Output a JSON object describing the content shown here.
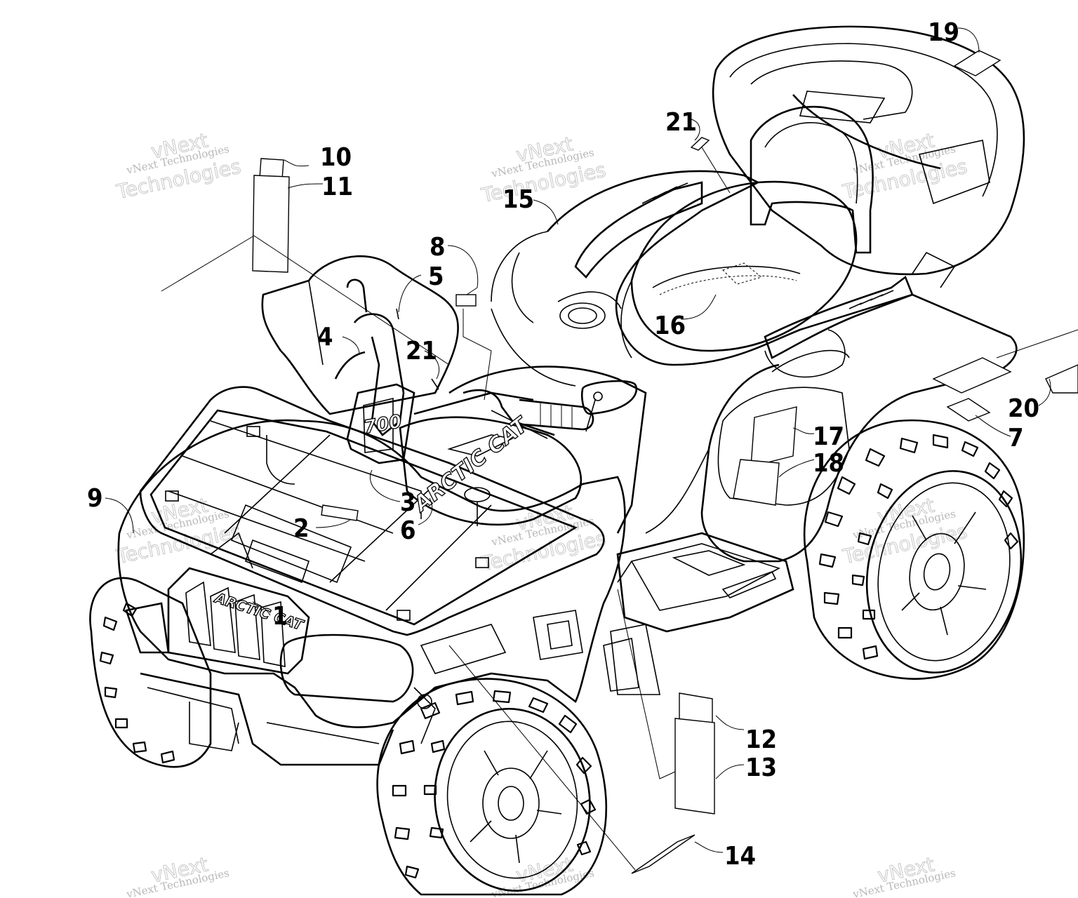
{
  "diagram": {
    "callouts": [
      {
        "id": "1",
        "label": "1"
      },
      {
        "id": "2",
        "label": "2"
      },
      {
        "id": "3",
        "label": "3"
      },
      {
        "id": "4",
        "label": "4"
      },
      {
        "id": "5",
        "label": "5"
      },
      {
        "id": "6",
        "label": "6"
      },
      {
        "id": "7",
        "label": "7"
      },
      {
        "id": "8",
        "label": "8"
      },
      {
        "id": "9",
        "label": "9"
      },
      {
        "id": "10",
        "label": "10"
      },
      {
        "id": "11",
        "label": "11"
      },
      {
        "id": "12",
        "label": "12"
      },
      {
        "id": "13",
        "label": "13"
      },
      {
        "id": "14",
        "label": "14"
      },
      {
        "id": "15",
        "label": "15"
      },
      {
        "id": "16",
        "label": "16"
      },
      {
        "id": "17",
        "label": "17"
      },
      {
        "id": "18",
        "label": "18"
      },
      {
        "id": "19",
        "label": "19"
      },
      {
        "id": "20",
        "label": "20"
      },
      {
        "id": "21a",
        "label": "21"
      },
      {
        "id": "21b",
        "label": "21"
      }
    ],
    "vehicle_lettering": {
      "fender_logo": "ARCTIC CAT",
      "grille_logo": "ARCTIC CAT",
      "display_number": "700"
    },
    "watermark": {
      "line1": "vNext Technologies",
      "line2": "vNext",
      "line3": "Technologies"
    }
  }
}
